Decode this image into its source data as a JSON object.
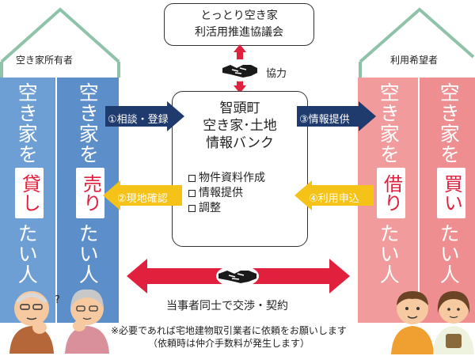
{
  "council": {
    "line1": "とっとり空き家",
    "line2": "利活用推進協議会"
  },
  "cooperation_label": "協力",
  "owner_side": {
    "header": "空き家所有者",
    "col1": {
      "top": "空き家を",
      "action": "貸し",
      "bottom": "たい人"
    },
    "col2": {
      "top": "空き家を",
      "action": "売り",
      "bottom": "たい人"
    }
  },
  "user_side": {
    "header": "利用希望者",
    "col1": {
      "top": "空き家を",
      "action": "借り",
      "bottom": "たい人"
    },
    "col2": {
      "top": "空き家を",
      "action": "買い",
      "bottom": "たい人"
    }
  },
  "bank": {
    "title1": "智頭町",
    "title2": "空き家･土地",
    "title3": "情報バンク",
    "services": [
      "物件資料作成",
      "情報提供",
      "調整"
    ]
  },
  "flows": {
    "step1": "①相談・登録",
    "step2": "②現地確認",
    "step3": "③情報提供",
    "step4": "④利用申込"
  },
  "negotiation_label": "当事者同士で交渉・契約",
  "question_mark": "?",
  "note": {
    "line1": "※必要であれば宅地建物取引業者に依頼をお願いします",
    "line2": "（依頼時は仲介手数料が発生します）"
  },
  "colors": {
    "owner_blue": "#5c8fca",
    "user_pink": "#f19b9c",
    "roof_green": "#8fc3a9",
    "arrow_navy": "#1f3b6e",
    "arrow_yellow": "#f5c218",
    "arrow_red": "#e0203d",
    "action_red": "#e0203d"
  }
}
